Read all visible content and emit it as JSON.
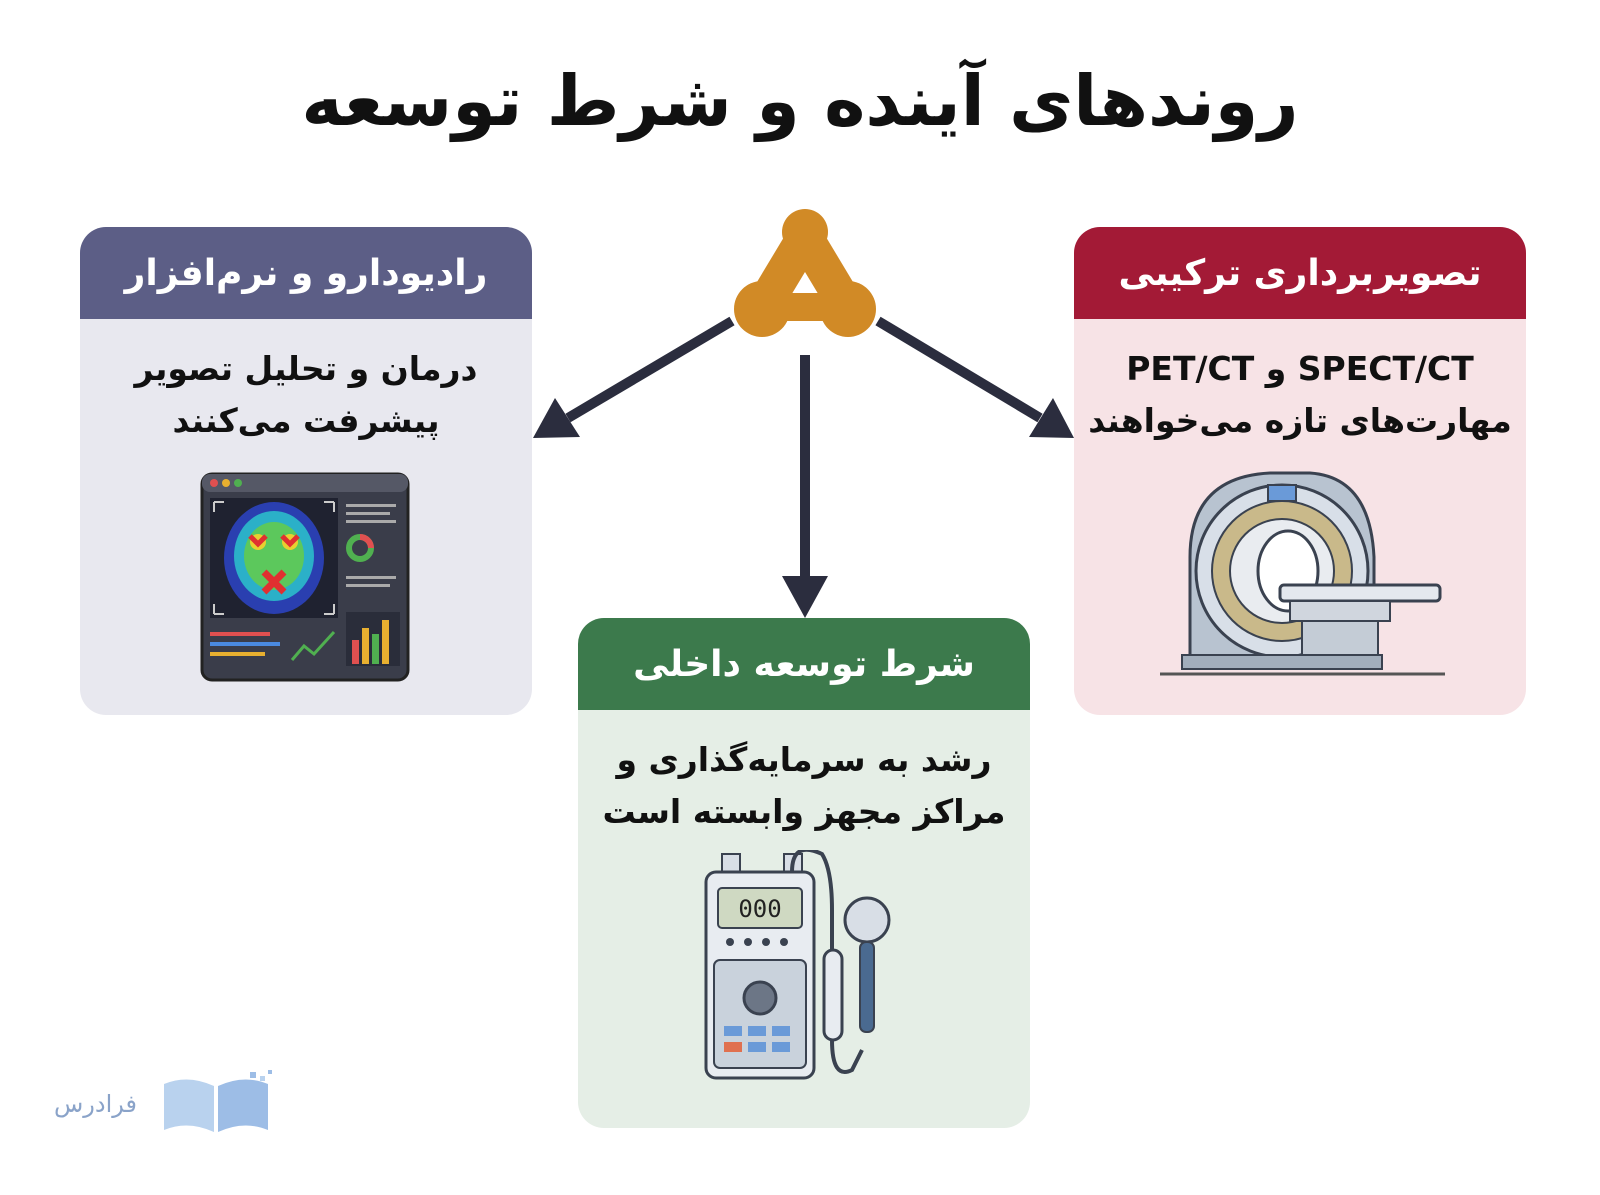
{
  "title": "روندهای آینده و شرط توسعه",
  "cards": {
    "left": {
      "heading": "رادیودارو و نرم‌افزار",
      "lines": [
        "درمان و تحلیل تصویر",
        "پیشرفت می‌کنند"
      ],
      "illustration": "brain-scan-monitor-icon",
      "color": "#5c5e86"
    },
    "right": {
      "heading": "تصویربرداری ترکیبی",
      "lines": [
        "SPECT/CT و PET/CT",
        "مهارت‌های تازه می‌خواهند"
      ],
      "illustration": "ct-scanner-icon",
      "color": "#a31a36"
    },
    "center": {
      "heading": "شرط توسعه داخلی",
      "lines": [
        "رشد به سرمایه‌گذاری و",
        "مراکز مجهز وابسته است"
      ],
      "illustration": "radiation-detector-icon",
      "color": "#3c7a4c",
      "display_value": "000"
    }
  },
  "hub": {
    "icon": "molecule-hub-icon",
    "color": "#d18a26"
  },
  "logo": {
    "text": "فرادرس",
    "icon": "book-logo-icon"
  }
}
